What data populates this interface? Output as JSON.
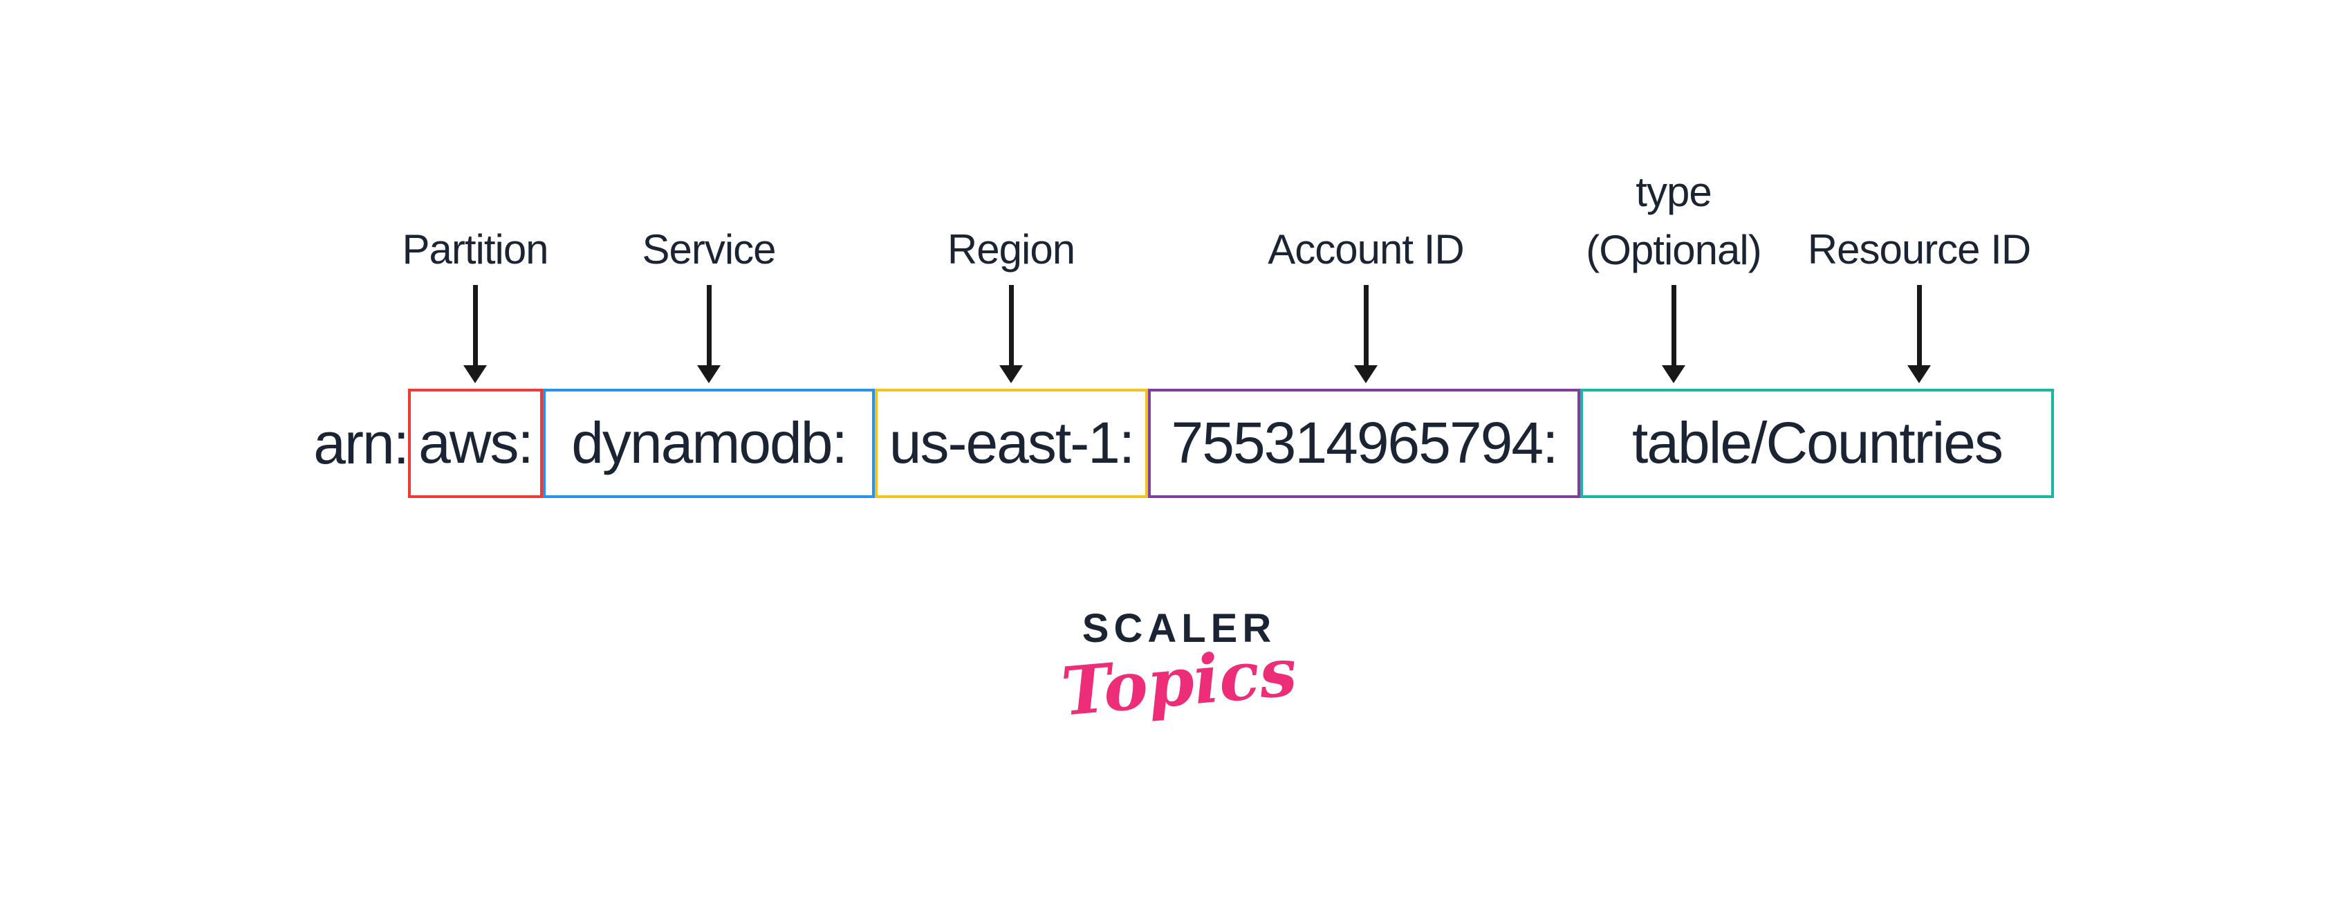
{
  "labels": {
    "partition": "Partition",
    "service": "Service",
    "region": "Region",
    "account_id": "Account ID",
    "type_line1": "type",
    "type_line2": "(Optional)",
    "resource_id": "Resource ID"
  },
  "arn": {
    "prefix": "arn:",
    "segments": [
      {
        "name": "partition",
        "text": "aws:",
        "color": "#ef3b33"
      },
      {
        "name": "service",
        "text": "dynamodb:",
        "color": "#2793ee"
      },
      {
        "name": "region",
        "text": "us-east-1:",
        "color": "#f2c21f"
      },
      {
        "name": "account_id",
        "text": "755314965794:",
        "color": "#7e3f9d"
      },
      {
        "name": "resource_id",
        "text": "table/Countries",
        "color": "#16b89f"
      }
    ]
  },
  "logo": {
    "brand": "SCALER",
    "sub": "Topics",
    "brand_color": "#1b2433",
    "sub_color": "#ee2d78"
  },
  "colors": {
    "text": "#1b2433",
    "arrow": "#181818",
    "background": "#ffffff"
  }
}
